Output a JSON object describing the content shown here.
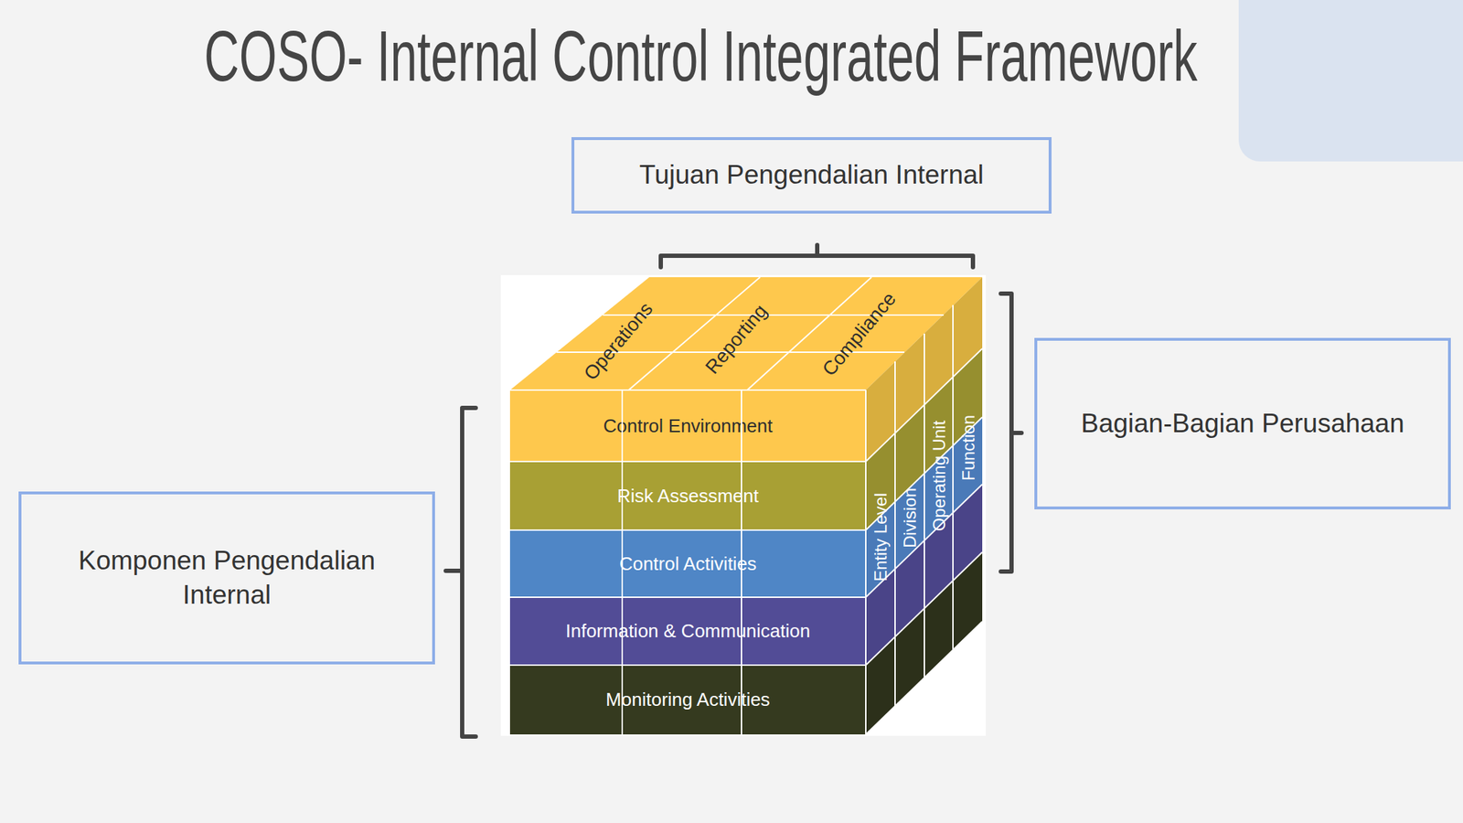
{
  "diagram": {
    "title": "COSO- Internal Control Integrated Framework",
    "nodes": [
      {
        "text": [
          "Tujuan Pengendalian Internal"
        ]
      },
      {
        "text": [
          "Bagian-Bagian Perusahaan"
        ]
      },
      {
        "text": [
          "Komponen Pengendalian Internal"
        ]
      },
      {
        "text": [
          "Control Environment"
        ]
      },
      {
        "text": [
          "Risk Assessment"
        ]
      },
      {
        "text": [
          "Control Activities"
        ]
      },
      {
        "text": [
          "Information & Communication"
        ]
      },
      {
        "text": [
          "Monitoring Activities"
        ]
      }
    ],
    "labels": [
      "Operations",
      "Reporting",
      "Compliance",
      "Entity Level",
      "Division",
      "Operating Unit",
      "Function"
    ]
  }
}
